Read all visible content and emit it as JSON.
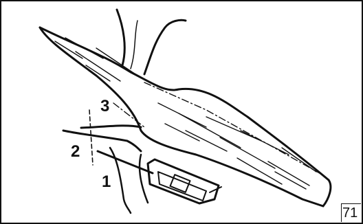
{
  "figure": {
    "number": "71",
    "callouts": [
      {
        "label": "1"
      },
      {
        "label": "2"
      },
      {
        "label": "3"
      }
    ]
  },
  "colors": {
    "ink": "#111111",
    "paper": "#ffffff"
  }
}
